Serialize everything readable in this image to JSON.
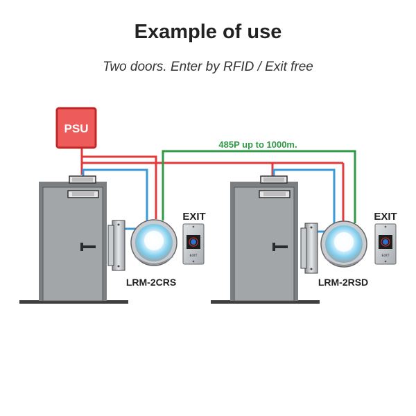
{
  "header": {
    "title": "Example of use",
    "subtitle": "Two doors. Enter by RFID /  Exit free"
  },
  "psu": {
    "label": "PSU",
    "color": "#e84a4a"
  },
  "bus": {
    "label": "485P up to 1000m.",
    "color": "#2e9a46"
  },
  "wire_colors": {
    "power": "#e23a3a",
    "signal": "#3a9ad8",
    "bus": "#2e9a46"
  },
  "doors": [
    {
      "reader_label": "LRM-2CRS",
      "exit_label": "EXIT",
      "button_text": "EXIT"
    },
    {
      "reader_label": "LRM-2RSD",
      "exit_label": "EXIT",
      "button_text": "EXIT"
    }
  ]
}
